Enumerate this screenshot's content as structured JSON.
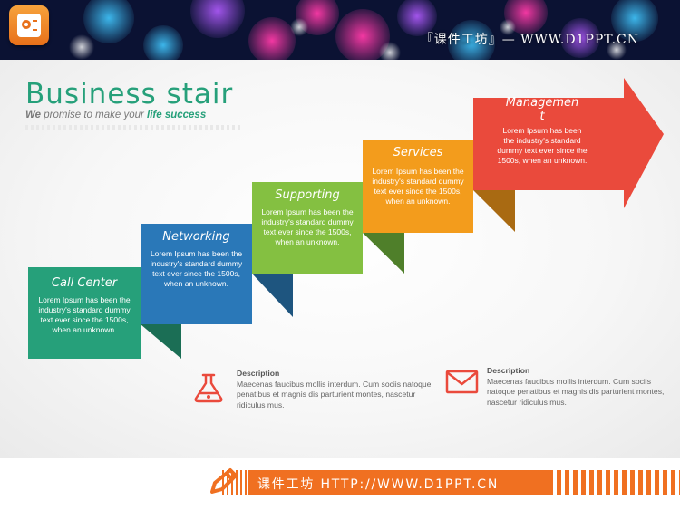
{
  "header": {
    "site_text": "『课件工坊』— WWW.D1PPT.CN",
    "logo": "presentation-icon"
  },
  "title": "Business stair",
  "subtitle": {
    "prefix": "We",
    "middle": " promise to make your ",
    "highlight": "life success"
  },
  "steps": [
    {
      "title": "Call Center",
      "text": "Lorem Ipsum has been the industry's standard dummy text ever since the 1500s, when an unknown.",
      "color": "#26a07a"
    },
    {
      "title": "Networking",
      "text": "Lorem Ipsum has been the industry's standard dummy text ever since the 1500s, when an unknown.",
      "color": "#2a78b8"
    },
    {
      "title": "Supporting",
      "text": "Lorem Ipsum has been the industry's standard dummy text ever since the 1500s, when an unknown.",
      "color": "#84c041"
    },
    {
      "title": "Services",
      "text": "Lorem Ipsum has been the industry's standard dummy text ever since the 1500s, when an unknown.",
      "color": "#f39c1c"
    },
    {
      "title": "Managemen\nt",
      "text": "Lorem Ipsum has been the industry's standard dummy text ever since the 1500s, when an unknown.",
      "color": "#ea4a3c"
    }
  ],
  "descriptions": [
    {
      "icon": "lab-flask-icon",
      "title": "Description",
      "text": "Maecenas faucibus mollis interdum. Cum sociis natoque penatibus et magnis dis parturient montes, nascetur ridiculus mus."
    },
    {
      "icon": "mail-icon",
      "title": "Description",
      "text": "Maecenas faucibus mollis interdum. Cum sociis natoque penatibus et magnis dis parturient montes, nascetur ridiculus mus."
    }
  ],
  "footer": {
    "text": "课件工坊 HTTP://WWW.D1PPT.CN",
    "icon": "pencil-icon",
    "accent": "#f07021"
  }
}
